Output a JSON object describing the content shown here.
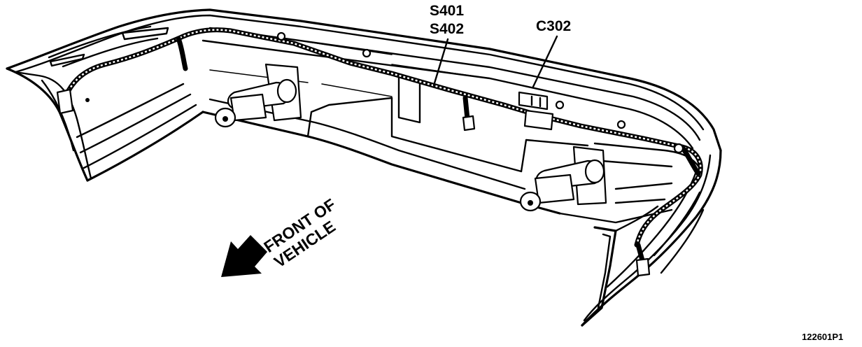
{
  "labels": {
    "splice_1": "S401",
    "splice_2": "S402",
    "connector": "C302",
    "front_line1": "FRONT OF",
    "front_line2": "VEHICLE",
    "figure_id": "122601P1"
  }
}
